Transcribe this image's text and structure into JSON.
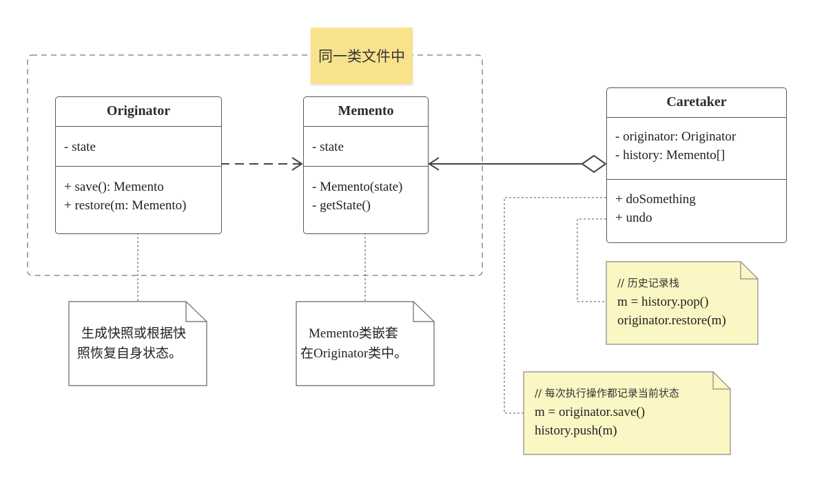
{
  "group": {
    "label": "同一类文件中"
  },
  "classes": {
    "originator": {
      "name": "Originator",
      "attributes": [
        "- state"
      ],
      "methods": [
        "+ save(): Memento",
        "+ restore(m: Memento)"
      ]
    },
    "memento": {
      "name": "Memento",
      "attributes": [
        "- state"
      ],
      "methods": [
        "- Memento(state)",
        "- getState()"
      ]
    },
    "caretaker": {
      "name": "Caretaker",
      "attributes": [
        "- originator: Originator",
        "- history: Memento[]"
      ],
      "methods": [
        "+ doSomething",
        "+ undo"
      ]
    }
  },
  "notes": {
    "originator_note": {
      "lines": [
        "生成快照或根据快",
        "照恢复自身状态。"
      ]
    },
    "memento_note": {
      "lines": [
        "Memento类嵌套",
        "在Originator类中。"
      ]
    },
    "undo_note": {
      "comment": "// 历史记录栈",
      "lines": [
        "m = history.pop()",
        "originator.restore(m)"
      ]
    },
    "do_note": {
      "comment": "// 每次执行操作都记录当前状态",
      "lines": [
        "m = originator.save()",
        "history.push(m)"
      ]
    }
  },
  "colors": {
    "note_yellow": "#fbf7c4",
    "label_yellow": "#f9e28c",
    "line": "#444444"
  }
}
